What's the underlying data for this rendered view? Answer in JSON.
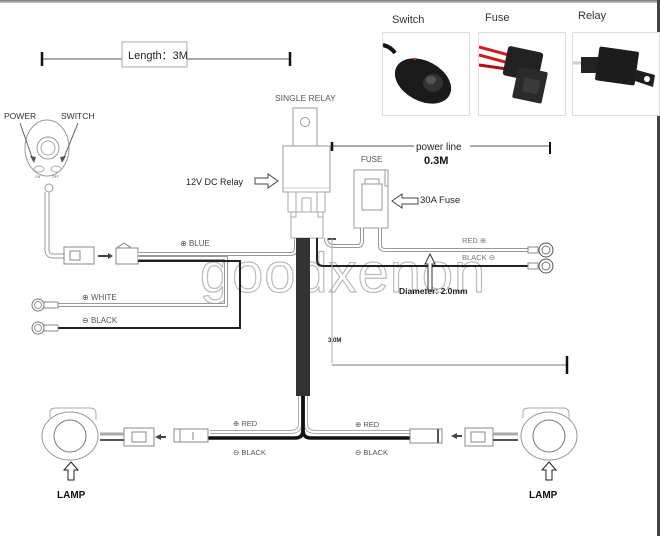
{
  "diagram": {
    "length_label": "Length：3M",
    "switch_labels": {
      "power": "POWER",
      "switch": "SWITCH",
      "on": "ON",
      "off": "OFF"
    },
    "relay_title": "SINGLE RELAY",
    "relay_callout": "12V DC Relay",
    "fuse_title": "FUSE",
    "fuse_callout": "30A Fuse",
    "power_line": {
      "label": "power line",
      "length": "0.3M"
    },
    "battery_wires": {
      "red": "RED",
      "black": "BLACK"
    },
    "diameter_label": "Diameter: 2.0mm",
    "trunk_length": "3.0M",
    "switch_wires": {
      "blue": "BLUE",
      "white": "WHITE",
      "black": "BLACK"
    },
    "lamp_wires": {
      "red": "RED",
      "black": "BLACK"
    },
    "lamp_label": "LAMP",
    "watermark": "goodxenon",
    "wire_colors": {
      "red": "#d42020",
      "black": "#111111",
      "trunk": "#333333",
      "outline": "#888888"
    }
  },
  "photos": [
    {
      "label": "Switch"
    },
    {
      "label": "Fuse"
    },
    {
      "label": "Relay"
    }
  ]
}
